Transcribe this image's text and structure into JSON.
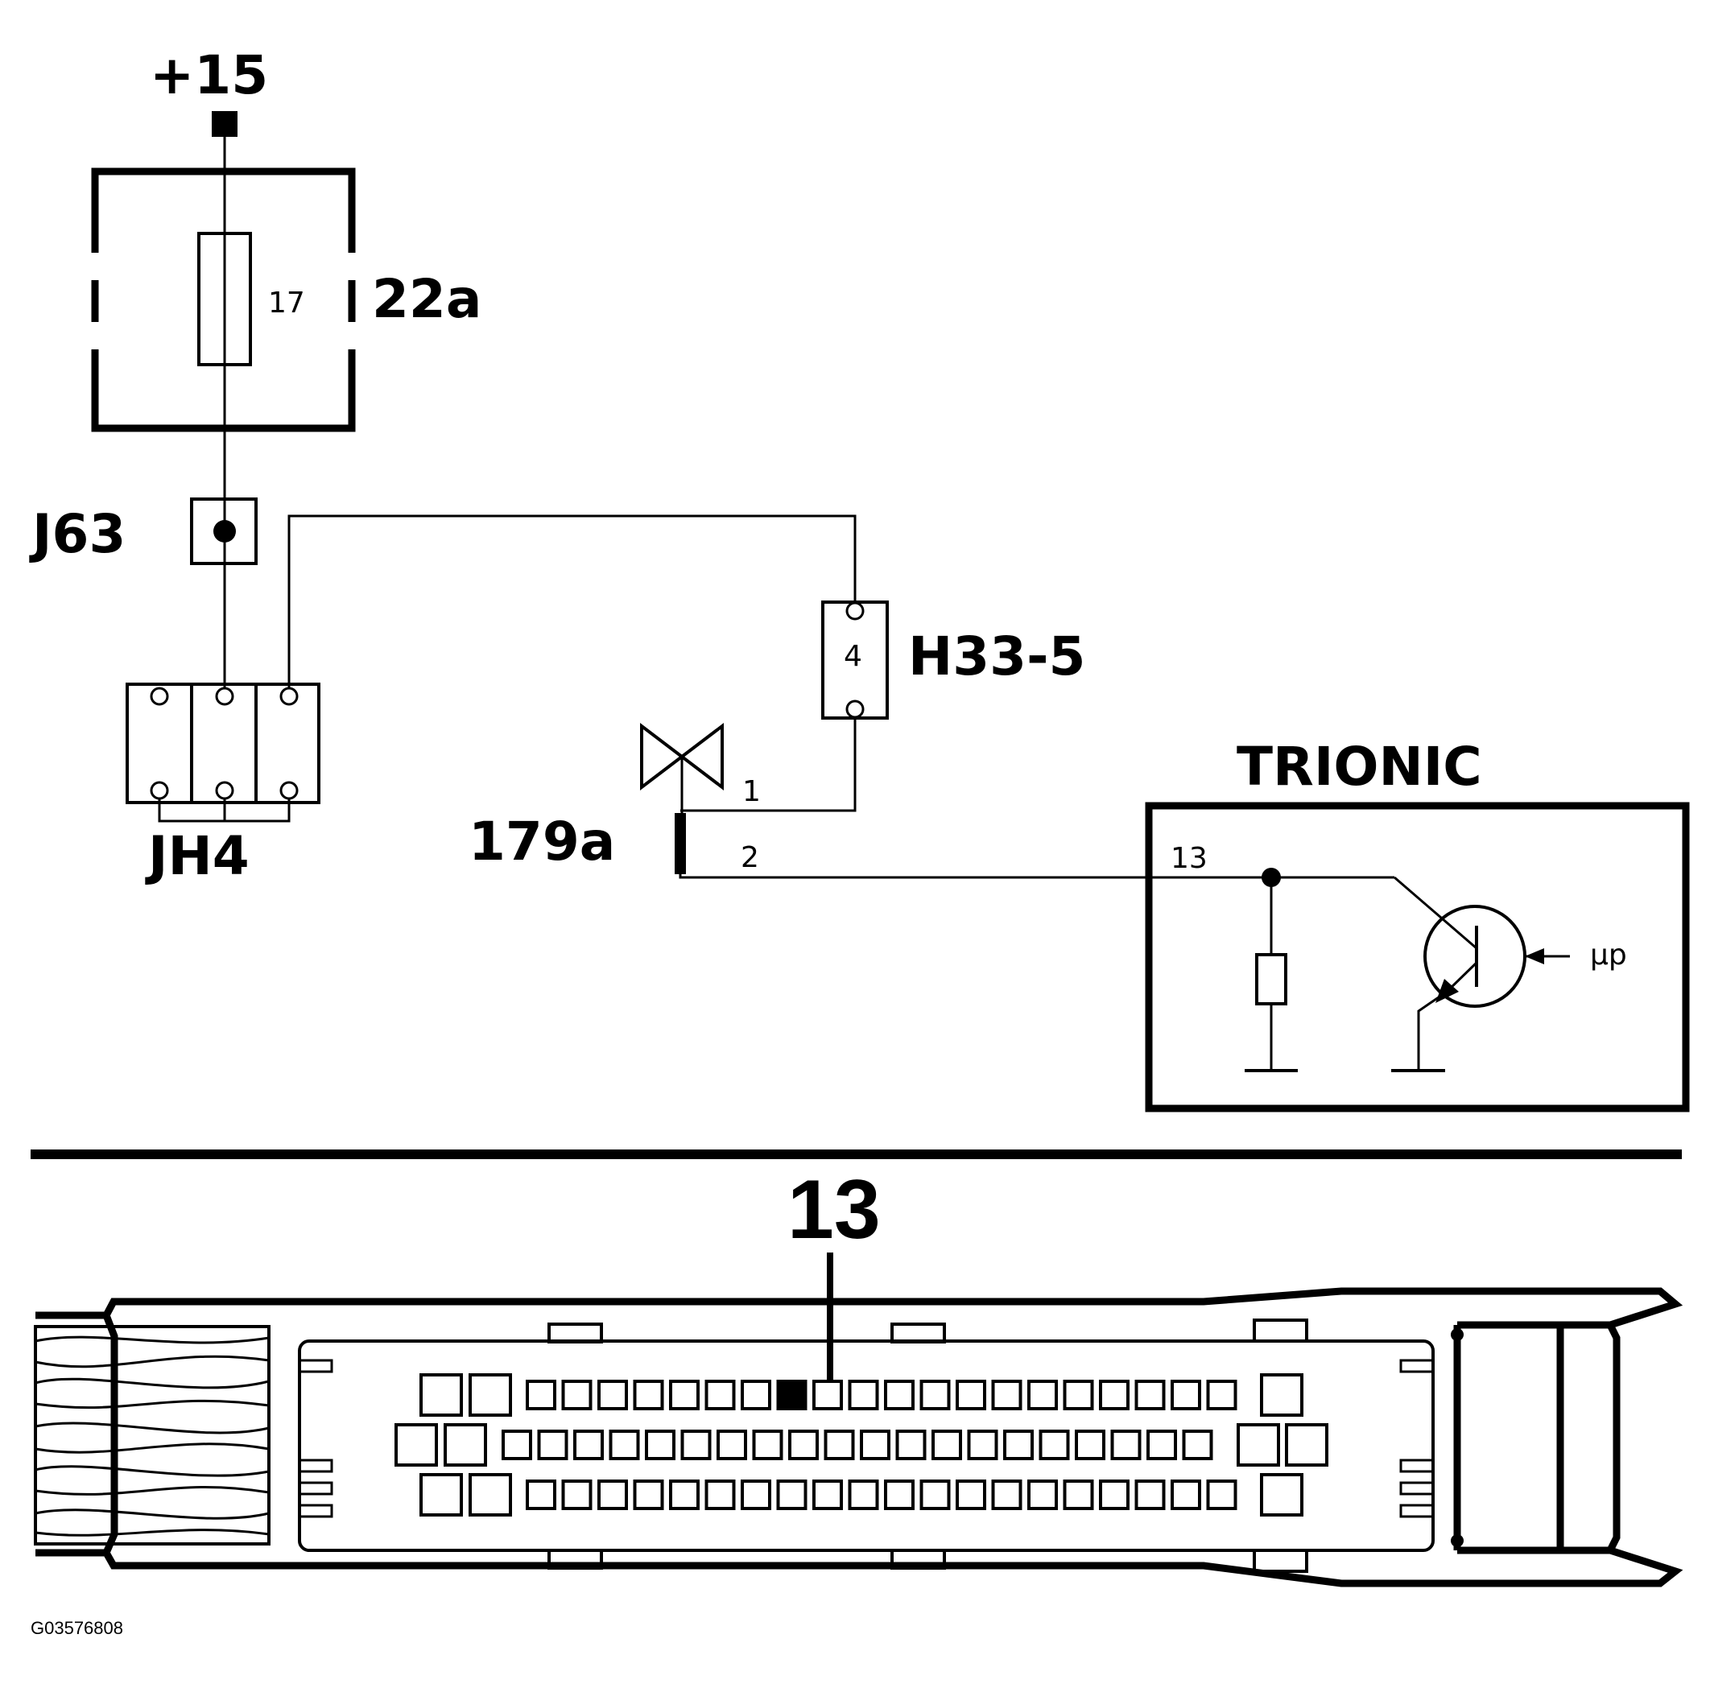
{
  "labels": {
    "supply": "+15",
    "fuse_box": "22a",
    "fuse_number": "17",
    "splice": "J63",
    "junction_block": "JH4",
    "connector_h33": "H33-5",
    "connector_h33_pin": "4",
    "component": "179a",
    "component_pin_1": "1",
    "component_pin_2": "2",
    "ecu_name": "TRIONIC",
    "ecu_pin": "13",
    "ecu_input": "µp",
    "connector_pin_callout": "13",
    "figure_code": "G03576808"
  },
  "icons": {
    "valve": "solenoid-valve-icon",
    "transistor": "transistor-icon",
    "resistor": "resistor-icon",
    "ground": "ground-icon"
  },
  "colors": {
    "ink": "#000000",
    "paper": "#ffffff"
  }
}
